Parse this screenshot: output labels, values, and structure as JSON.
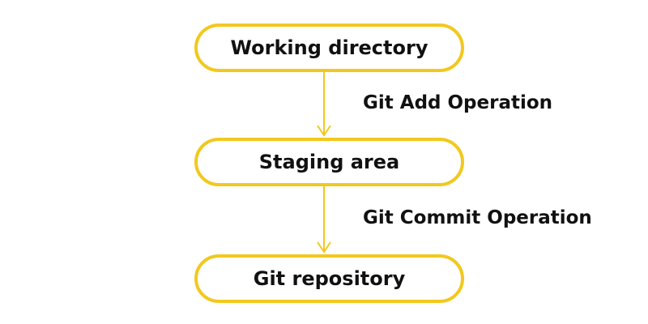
{
  "diagram": {
    "nodes": [
      {
        "id": "working-directory",
        "label": "Working directory"
      },
      {
        "id": "staging-area",
        "label": "Staging area"
      },
      {
        "id": "git-repository",
        "label": "Git repository"
      }
    ],
    "edges": [
      {
        "from": "working-directory",
        "to": "staging-area",
        "label": "Git Add Operation"
      },
      {
        "from": "staging-area",
        "to": "git-repository",
        "label": "Git Commit Operation"
      }
    ]
  },
  "colors": {
    "node_border": "#f2c81e",
    "arrow": "#f2c81e",
    "text": "#111111",
    "background": "#ffffff"
  }
}
